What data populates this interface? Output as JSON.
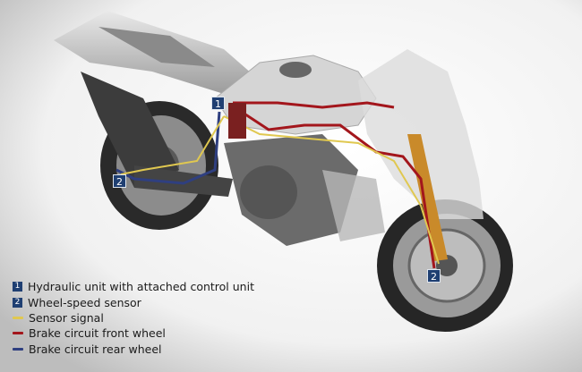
{
  "markers": {
    "hydraulic": "1",
    "wheel_speed": "2"
  },
  "legend": [
    {
      "type": "box",
      "symbol": "1",
      "label": "Hydraulic unit with attached control unit",
      "color": "#1f3f72"
    },
    {
      "type": "box",
      "symbol": "2",
      "label": "Wheel-speed sensor",
      "color": "#1f3f72"
    },
    {
      "type": "line",
      "label": "Sensor signal",
      "color": "#e0c850"
    },
    {
      "type": "line",
      "label": "Brake circuit front wheel",
      "color": "#a3161c"
    },
    {
      "type": "line",
      "label": "Brake circuit rear wheel",
      "color": "#2f3f80"
    }
  ]
}
